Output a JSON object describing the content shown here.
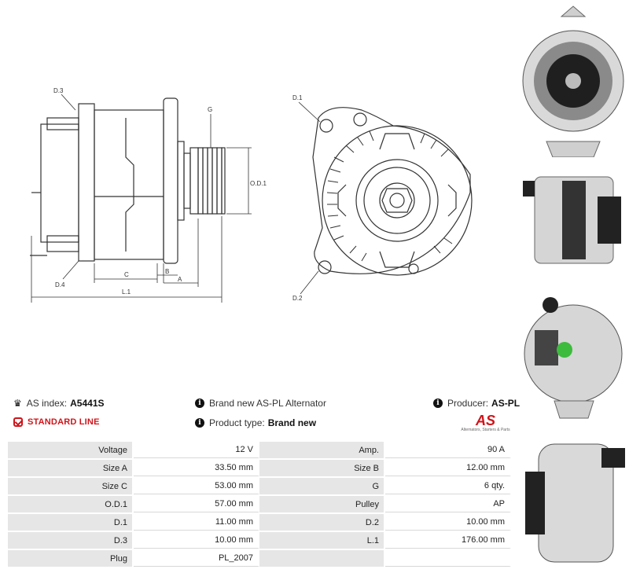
{
  "drawing_labels": {
    "d3": "D.3",
    "d4": "D.4",
    "g": "G",
    "od1": "O.D.1",
    "c": "C",
    "b": "B",
    "a": "A",
    "l1": "L.1",
    "d1": "D.1",
    "d2": "D.2"
  },
  "info": {
    "as_index_label": "AS index:",
    "as_index_value": "A5441S",
    "description": "Brand new AS-PL Alternator",
    "producer_label": "Producer:",
    "producer_value": "AS-PL",
    "standard_line": "STANDARD LINE",
    "product_type_label": "Product type:",
    "product_type_value": "Brand new"
  },
  "logo": {
    "mark": "AS",
    "tagline": "Alternators, Starters & Parts"
  },
  "specs": [
    {
      "l1": "Voltage",
      "v1": "12 V",
      "l2": "Amp.",
      "v2": "90 A"
    },
    {
      "l1": "Size A",
      "v1": "33.50 mm",
      "l2": "Size B",
      "v2": "12.00 mm"
    },
    {
      "l1": "Size C",
      "v1": "53.00 mm",
      "l2": "G",
      "v2": "6 qty."
    },
    {
      "l1": "O.D.1",
      "v1": "57.00 mm",
      "l2": "Pulley",
      "v2": "AP"
    },
    {
      "l1": "D.1",
      "v1": "11.00 mm",
      "l2": "D.2",
      "v2": "10.00 mm"
    },
    {
      "l1": "D.3",
      "v1": "10.00 mm",
      "l2": "L.1",
      "v2": "176.00 mm"
    },
    {
      "l1": "Plug",
      "v1": "PL_2007",
      "l2": "",
      "v2": ""
    }
  ]
}
